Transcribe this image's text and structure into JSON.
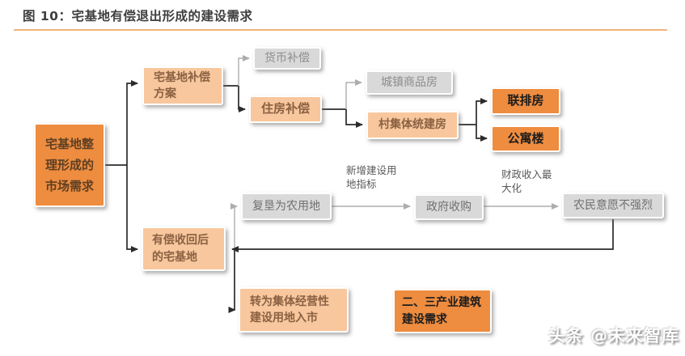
{
  "figure": {
    "title": "图 10：宅基地有偿退出形成的建设需求",
    "watermark": "头条 @未来智库"
  },
  "colors": {
    "accent_orange": "#EE8C3F",
    "light_orange": "#F8C79D",
    "gray_box": "#D9D9D9",
    "title_rule": "#F2B27E",
    "title_text": "#3F3F3F",
    "black_line": "#2B2B2B",
    "gray_line": "#ADADAD",
    "dark_box_text": "#5E4023",
    "light_box_text": "#8A6142",
    "gray_box_text_light": "#8C8C8C",
    "gray_box_text": "#707070",
    "label_text": "#595959"
  },
  "diagram": {
    "nodes": {
      "market_demand": "宅基地整理形成的市场需求",
      "compensation_plan": "宅基地补偿方案",
      "monetary_compensation": "货币补偿",
      "housing_compensation": "住房补偿",
      "urban_commodity_housing": "城镇商品房",
      "village_collective_housing": "村集体统建房",
      "townhouse": "联排房",
      "apartment_building": "公寓楼",
      "reclaimed_farmland": "复垦为农用地",
      "government_purchase": "政府收购",
      "farmers_unwilling": "农民意愿不强烈",
      "paid_recovered_homestead": "有偿收回后的宅基地",
      "collective_land_market": "转为集体经营性建设用地入市",
      "industry_construction_demand": "二、三产业建筑建设需求"
    },
    "edge_labels": {
      "new_construction_quota": "新增建设用地指标",
      "fiscal_revenue_max": "财政收入最大化"
    }
  }
}
